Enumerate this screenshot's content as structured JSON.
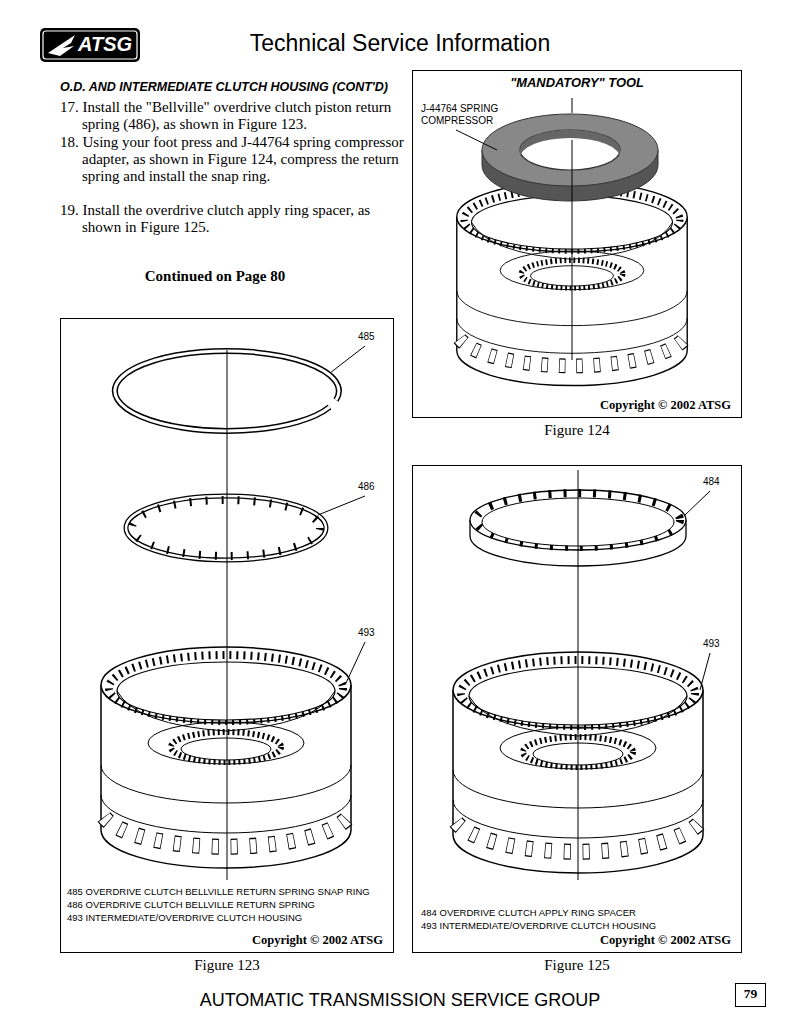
{
  "diagram": {
    "title": "Technical Service Information",
    "nodes": [
      {
        "text": [
          "ATSG"
        ]
      },
      {
        "text": [
          "\"MANDATORY\" TOOL",
          "J-44764 SPRING COMPRESSOR",
          "Copyright © 2002 ATSG",
          "Figure 124"
        ]
      },
      {
        "text": [
          "485",
          "486",
          "493",
          "485 OVERDRIVE CLUTCH BELLVILLE RETURN SPRING SNAP RING",
          "486 OVERDRIVE CLUTCH BELLVILLE RETURN SPRING",
          "493 INTERMEDIATE/OVERDRIVE CLUTCH HOUSING",
          "Copyright © 2002 ATSG",
          "Figure 123"
        ]
      },
      {
        "text": [
          "484",
          "493",
          "484 OVERDRIVE CLUTCH APPLY RING SPACER",
          "493 INTERMEDIATE/OVERDRIVE CLUTCH HOUSING",
          "Copyright © 2002 ATSG",
          "Figure 125"
        ]
      },
      {
        "text": [
          "79"
        ]
      }
    ],
    "labels": [
      "O.D. AND INTERMEDIATE CLUTCH HOUSING (CONT'D)",
      "17. Install the \"Bellville\" overdrive clutch piston return spring (486), as shown in Figure 123.",
      "18. Using your foot press and J-44764 spring compressor adapter, as shown in Figure 124, compress the return spring and install the snap ring.",
      "19. Install the overdrive clutch apply ring spacer, as shown in Figure 125.",
      "Continued on Page 80",
      "AUTOMATIC TRANSMISSION SERVICE GROUP"
    ]
  }
}
